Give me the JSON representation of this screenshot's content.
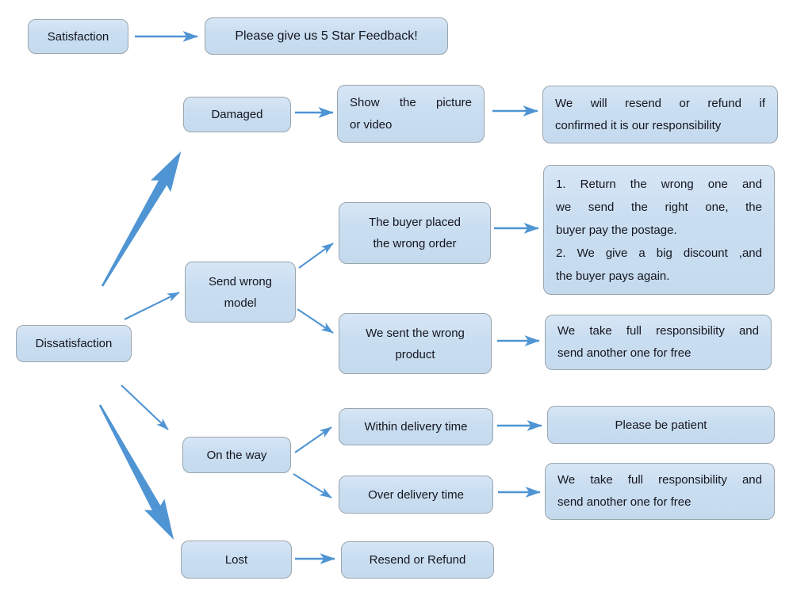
{
  "diagram_type": "flowchart",
  "colors": {
    "background": "#ffffff",
    "box_fill": "#cbdff1",
    "box_border": "#9aa5ad",
    "arrow": "#4f94d3",
    "text": "#15151e"
  },
  "nodes": {
    "satisfaction": "Satisfaction",
    "feedback": "Please give us 5 Star Feedback!",
    "dissatisfaction": "Dissatisfaction",
    "damaged": "Damaged",
    "show_picture": {
      "lines": [
        "Show the picture",
        "or video"
      ]
    },
    "resend_if_confirmed": {
      "lines": [
        "We will resend or refund if",
        "confirmed it is our responsibility"
      ]
    },
    "send_wrong_model": {
      "lines": [
        "Send wrong",
        "model"
      ]
    },
    "buyer_wrong_order": {
      "lines": [
        "The buyer placed",
        "the wrong order"
      ]
    },
    "return_or_discount": {
      "item1_lines": [
        "1. Return the wrong one and",
        "we send the right one, the",
        "buyer pay the postage."
      ],
      "item2_lines": [
        "2. We give a big discount ,and",
        "the buyer pays again."
      ]
    },
    "sent_wrong_product": {
      "lines": [
        "We sent the wrong",
        "product"
      ]
    },
    "full_responsibility_1": {
      "lines": [
        "We take full responsibility and",
        "send another one for free"
      ]
    },
    "on_the_way": "On the way",
    "within_delivery_time": "Within delivery time",
    "please_be_patient": "Please be patient",
    "over_delivery_time": "Over delivery time",
    "full_responsibility_2": {
      "lines": [
        "We take full responsibility and",
        "send another one for free"
      ]
    },
    "lost": "Lost",
    "resend_or_refund": "Resend or Refund"
  },
  "edges": [
    {
      "from": "satisfaction",
      "to": "feedback"
    },
    {
      "from": "dissatisfaction",
      "to": "damaged"
    },
    {
      "from": "damaged",
      "to": "show_picture"
    },
    {
      "from": "show_picture",
      "to": "resend_if_confirmed"
    },
    {
      "from": "dissatisfaction",
      "to": "send_wrong_model"
    },
    {
      "from": "send_wrong_model",
      "to": "buyer_wrong_order"
    },
    {
      "from": "buyer_wrong_order",
      "to": "return_or_discount"
    },
    {
      "from": "send_wrong_model",
      "to": "sent_wrong_product"
    },
    {
      "from": "sent_wrong_product",
      "to": "full_responsibility_1"
    },
    {
      "from": "dissatisfaction",
      "to": "on_the_way"
    },
    {
      "from": "on_the_way",
      "to": "within_delivery_time"
    },
    {
      "from": "within_delivery_time",
      "to": "please_be_patient"
    },
    {
      "from": "on_the_way",
      "to": "over_delivery_time"
    },
    {
      "from": "over_delivery_time",
      "to": "full_responsibility_2"
    },
    {
      "from": "dissatisfaction",
      "to": "lost"
    },
    {
      "from": "lost",
      "to": "resend_or_refund"
    }
  ]
}
